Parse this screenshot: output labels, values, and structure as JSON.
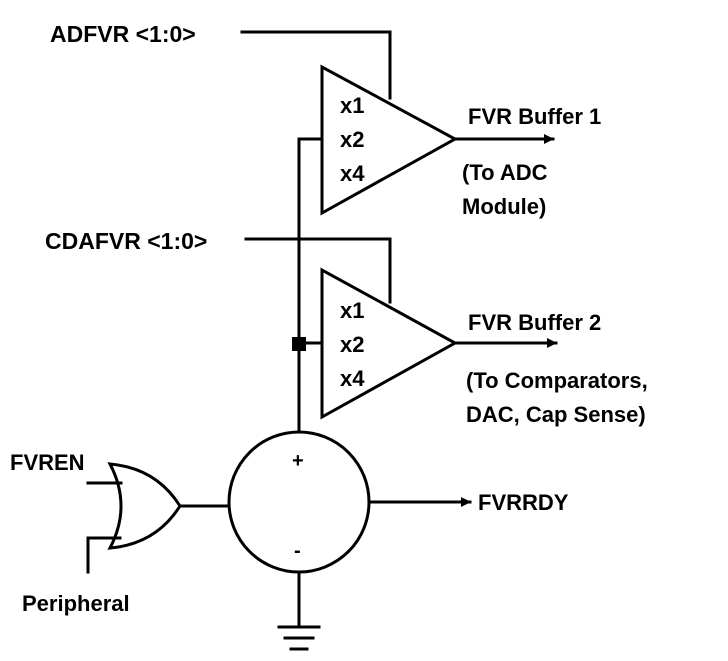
{
  "diagram": {
    "signals": {
      "adfvr": "ADFVR <1:0>",
      "cdafvr": "CDAFVR <1:0>",
      "fvren": "FVREN",
      "peripheral": "Peripheral",
      "fvrrdy": "FVRRDY"
    },
    "buffer1": {
      "gains": [
        "x1",
        "x2",
        "x4"
      ],
      "output_label": "FVR Buffer 1",
      "note_lines": [
        "(To ADC",
        "Module)"
      ]
    },
    "buffer2": {
      "gains": [
        "x1",
        "x2",
        "x4"
      ],
      "output_label": "FVR Buffer 2",
      "note_lines": [
        "(To Comparators,",
        "DAC, Cap Sense)"
      ]
    },
    "comparator": {
      "plus": "+",
      "minus": "-"
    }
  }
}
